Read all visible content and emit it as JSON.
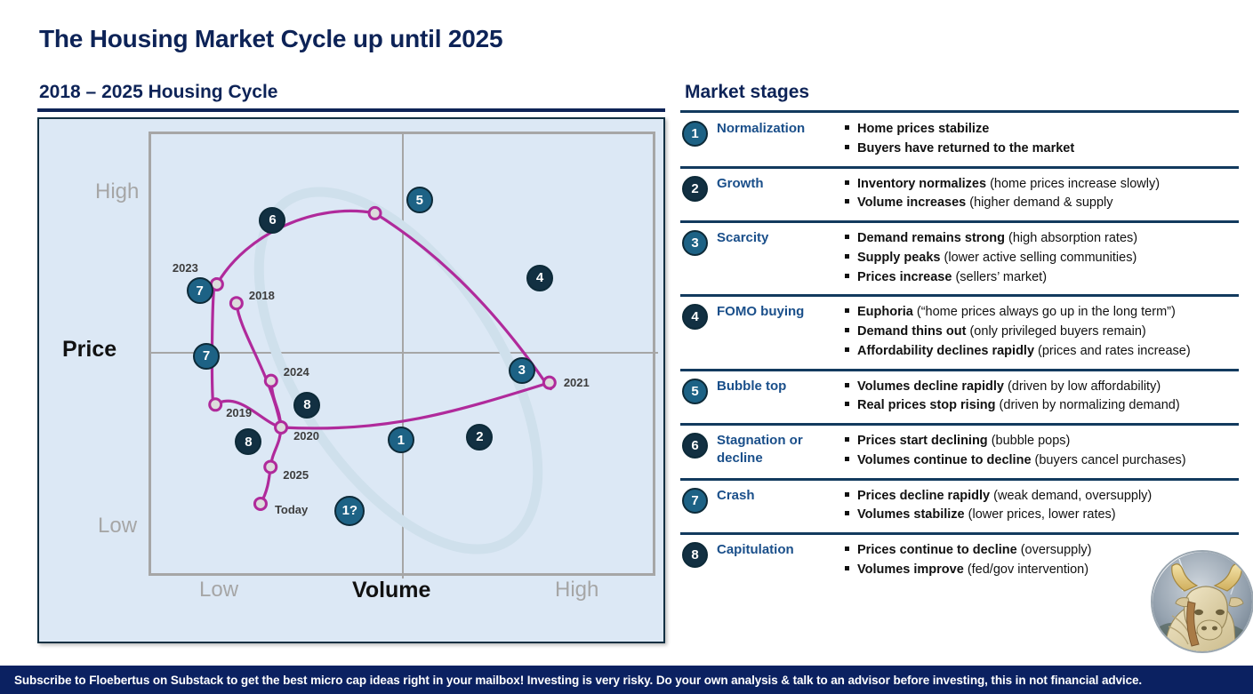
{
  "main_title": "The Housing Market Cycle up until 2025",
  "left_panel": {
    "subtitle": "2018 – 2025 Housing Cycle",
    "axis": {
      "y_high": "High",
      "y_title": "Price",
      "y_low": "Low",
      "x_low": "Low",
      "x_title": "Volume",
      "x_high": "High"
    }
  },
  "right_panel": {
    "title": "Market stages"
  },
  "colors": {
    "navy": "#0d2357",
    "badge_navy": "#123042",
    "badge_teal": "#1d6285",
    "cycle_line": "#b02a9b",
    "ellipse": "#cfe0ec",
    "panel_fill": "#dce8f5",
    "footer_bg": "#0b2161",
    "stage_name": "#1a4f8a"
  },
  "chart_data": {
    "type": "scatter",
    "title": "2018 – 2025 Housing Cycle",
    "xlabel": "Volume",
    "ylabel": "Price",
    "xlim": [
      "Low",
      "High"
    ],
    "ylim": [
      "Low",
      "High"
    ],
    "grid": true,
    "legend": "none",
    "notes": "Closed cycle path through yearly markers; faint light-blue ellipse shows the idealised market cycle loop.",
    "points": [
      {
        "label": "2018",
        "x": 0.17,
        "y": 0.615,
        "label_pos": "right"
      },
      {
        "label": "2019",
        "x": 0.128,
        "y": 0.384,
        "label_pos": "right"
      },
      {
        "label": "2020",
        "x": 0.259,
        "y": 0.332,
        "label_pos": "right"
      },
      {
        "label": "2021",
        "x": 0.794,
        "y": 0.434,
        "label_pos": "right"
      },
      {
        "label": "2023",
        "x": 0.131,
        "y": 0.658,
        "label_pos": "above-left"
      },
      {
        "label": "2024",
        "x": 0.239,
        "y": 0.438,
        "label_pos": "right"
      },
      {
        "label": "2025",
        "x": 0.238,
        "y": 0.242,
        "label_pos": "right"
      },
      {
        "label": "Today",
        "x": 0.218,
        "y": 0.158,
        "label_pos": "right"
      },
      {
        "label": "",
        "x": 0.446,
        "y": 0.82,
        "label_pos": "none"
      }
    ],
    "stage_markers": [
      {
        "stage": "1",
        "x": 0.498,
        "y": 0.303,
        "color": "teal"
      },
      {
        "stage": "2",
        "x": 0.655,
        "y": 0.31,
        "color": "navy"
      },
      {
        "stage": "3",
        "x": 0.739,
        "y": 0.462,
        "color": "teal"
      },
      {
        "stage": "4",
        "x": 0.775,
        "y": 0.673,
        "color": "navy"
      },
      {
        "stage": "5",
        "x": 0.535,
        "y": 0.85,
        "color": "teal"
      },
      {
        "stage": "6",
        "x": 0.242,
        "y": 0.804,
        "color": "navy"
      },
      {
        "stage": "7",
        "x": 0.097,
        "y": 0.643,
        "color": "teal"
      },
      {
        "stage": "7",
        "x": 0.11,
        "y": 0.494,
        "color": "teal"
      },
      {
        "stage": "8",
        "x": 0.311,
        "y": 0.383,
        "color": "navy"
      },
      {
        "stage": "8",
        "x": 0.194,
        "y": 0.299,
        "color": "navy"
      },
      {
        "stage": "1?",
        "x": 0.396,
        "y": 0.142,
        "color": "teal"
      }
    ]
  },
  "stages": [
    {
      "number": "1",
      "badge_color": "teal",
      "name": "Normalization",
      "bullets": [
        {
          "bold": "Home prices stabilize",
          "rest": ""
        },
        {
          "bold": "Buyers  have returned to the market",
          "rest": ""
        }
      ]
    },
    {
      "number": "2",
      "badge_color": "navy",
      "name": "Growth",
      "bullets": [
        {
          "bold": "Inventory normalizes",
          "rest": " (home prices increase slowly)"
        },
        {
          "bold": "Volume increases",
          "rest": " (higher  demand & supply"
        }
      ]
    },
    {
      "number": "3",
      "badge_color": "teal",
      "name": "Scarcity",
      "bullets": [
        {
          "bold": "Demand remains strong",
          "rest": " (high absorption rates)"
        },
        {
          "bold": "Supply peaks",
          "rest": " (lower active selling communities)"
        },
        {
          "bold": "Prices increase",
          "rest": " (sellers’ market)"
        }
      ]
    },
    {
      "number": "4",
      "badge_color": "navy",
      "name": "FOMO buying",
      "bullets": [
        {
          "bold": "Euphoria",
          "rest": " (“home prices always go up in the long term”)"
        },
        {
          "bold": "Demand thins out",
          "rest": " (only privileged buyers remain)"
        },
        {
          "bold": "Affordability declines rapidly",
          "rest": " (prices and rates increase)"
        }
      ]
    },
    {
      "number": "5",
      "badge_color": "teal",
      "name": "Bubble top",
      "bullets": [
        {
          "bold": "Volumes decline rapidly",
          "rest": " (driven by low affordability)"
        },
        {
          "bold": "Real prices stop rising",
          "rest": " (driven by normalizing demand)"
        }
      ]
    },
    {
      "number": "6",
      "badge_color": "navy",
      "name": "Stagnation or decline",
      "bullets": [
        {
          "bold": "Prices start declining",
          "rest": " (bubble pops)"
        },
        {
          "bold": "Volumes continue to decline",
          "rest": " (buyers cancel purchases)"
        }
      ]
    },
    {
      "number": "7",
      "badge_color": "teal",
      "name": "Crash",
      "bullets": [
        {
          "bold": "Prices decline rapidly",
          "rest": " (weak demand, oversupply)"
        },
        {
          "bold": "Volumes stabilize",
          "rest": " (lower prices, lower rates)"
        }
      ]
    },
    {
      "number": "8",
      "badge_color": "navy",
      "name": "Capitulation",
      "bullets": [
        {
          "bold": "Prices continue to decline",
          "rest": " (oversupply)"
        },
        {
          "bold": "Volumes improve",
          "rest": " (fed/gov intervention)"
        }
      ]
    }
  ],
  "logo": {
    "name": "bull-logo"
  },
  "footer": {
    "text": "Subscribe to Floebertus on Substack to get the best micro cap ideas right in your mailbox!   Investing is very risky.   Do your own analysis & talk to an advisor before investing, this in not financial advice."
  }
}
